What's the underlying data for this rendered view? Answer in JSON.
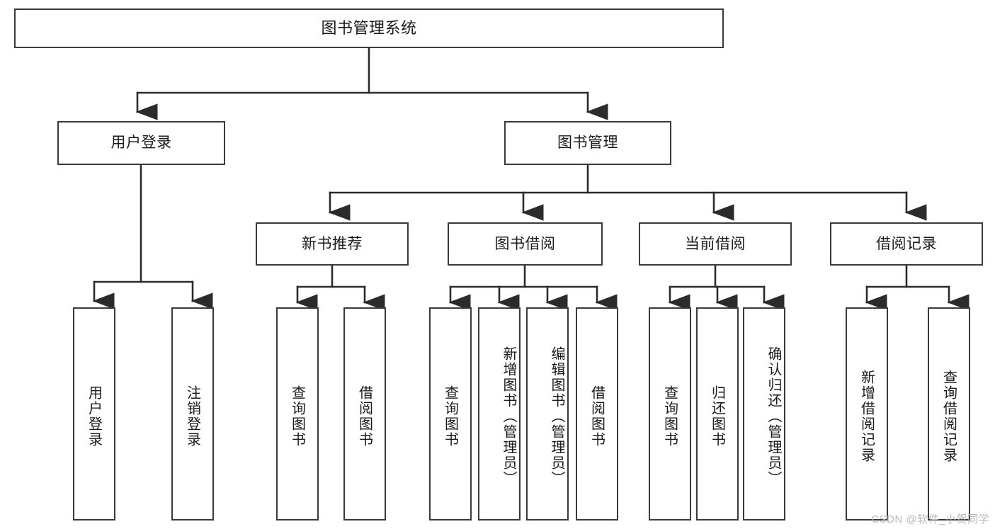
{
  "diagram": {
    "title": "图书管理系统",
    "type": "tree-hierarchy",
    "root": {
      "label": "图书管理系统"
    },
    "level1": [
      {
        "label": "用户登录"
      },
      {
        "label": "图书管理"
      }
    ],
    "level2": [
      {
        "label": "新书推荐"
      },
      {
        "label": "图书借阅"
      },
      {
        "label": "当前借阅"
      },
      {
        "label": "借阅记录"
      }
    ],
    "leaves": {
      "user_login": [
        {
          "label": "用户登录"
        },
        {
          "label": "注销登录"
        }
      ],
      "new_book_recommend": [
        {
          "label": "查询图书"
        },
        {
          "label": "借阅图书"
        }
      ],
      "book_borrow": [
        {
          "label": "查询图书"
        },
        {
          "label": "新增图书（管理员）"
        },
        {
          "label": "编辑图书（管理员）"
        },
        {
          "label": "借阅图书"
        }
      ],
      "current_borrow": [
        {
          "label": "查询图书"
        },
        {
          "label": "归还图书"
        },
        {
          "label": "确认归还（管理员）"
        }
      ],
      "borrow_record": [
        {
          "label": "新增借阅记录"
        },
        {
          "label": "查询借阅记录"
        }
      ]
    }
  },
  "watermark": {
    "text": "CSDN @软件_小贺同学"
  },
  "colors": {
    "box_border": "#3a3a3a",
    "edge": "#2b2b2b",
    "text": "#1a1a1a",
    "watermark": "#b9b9b9",
    "background": "#ffffff"
  }
}
